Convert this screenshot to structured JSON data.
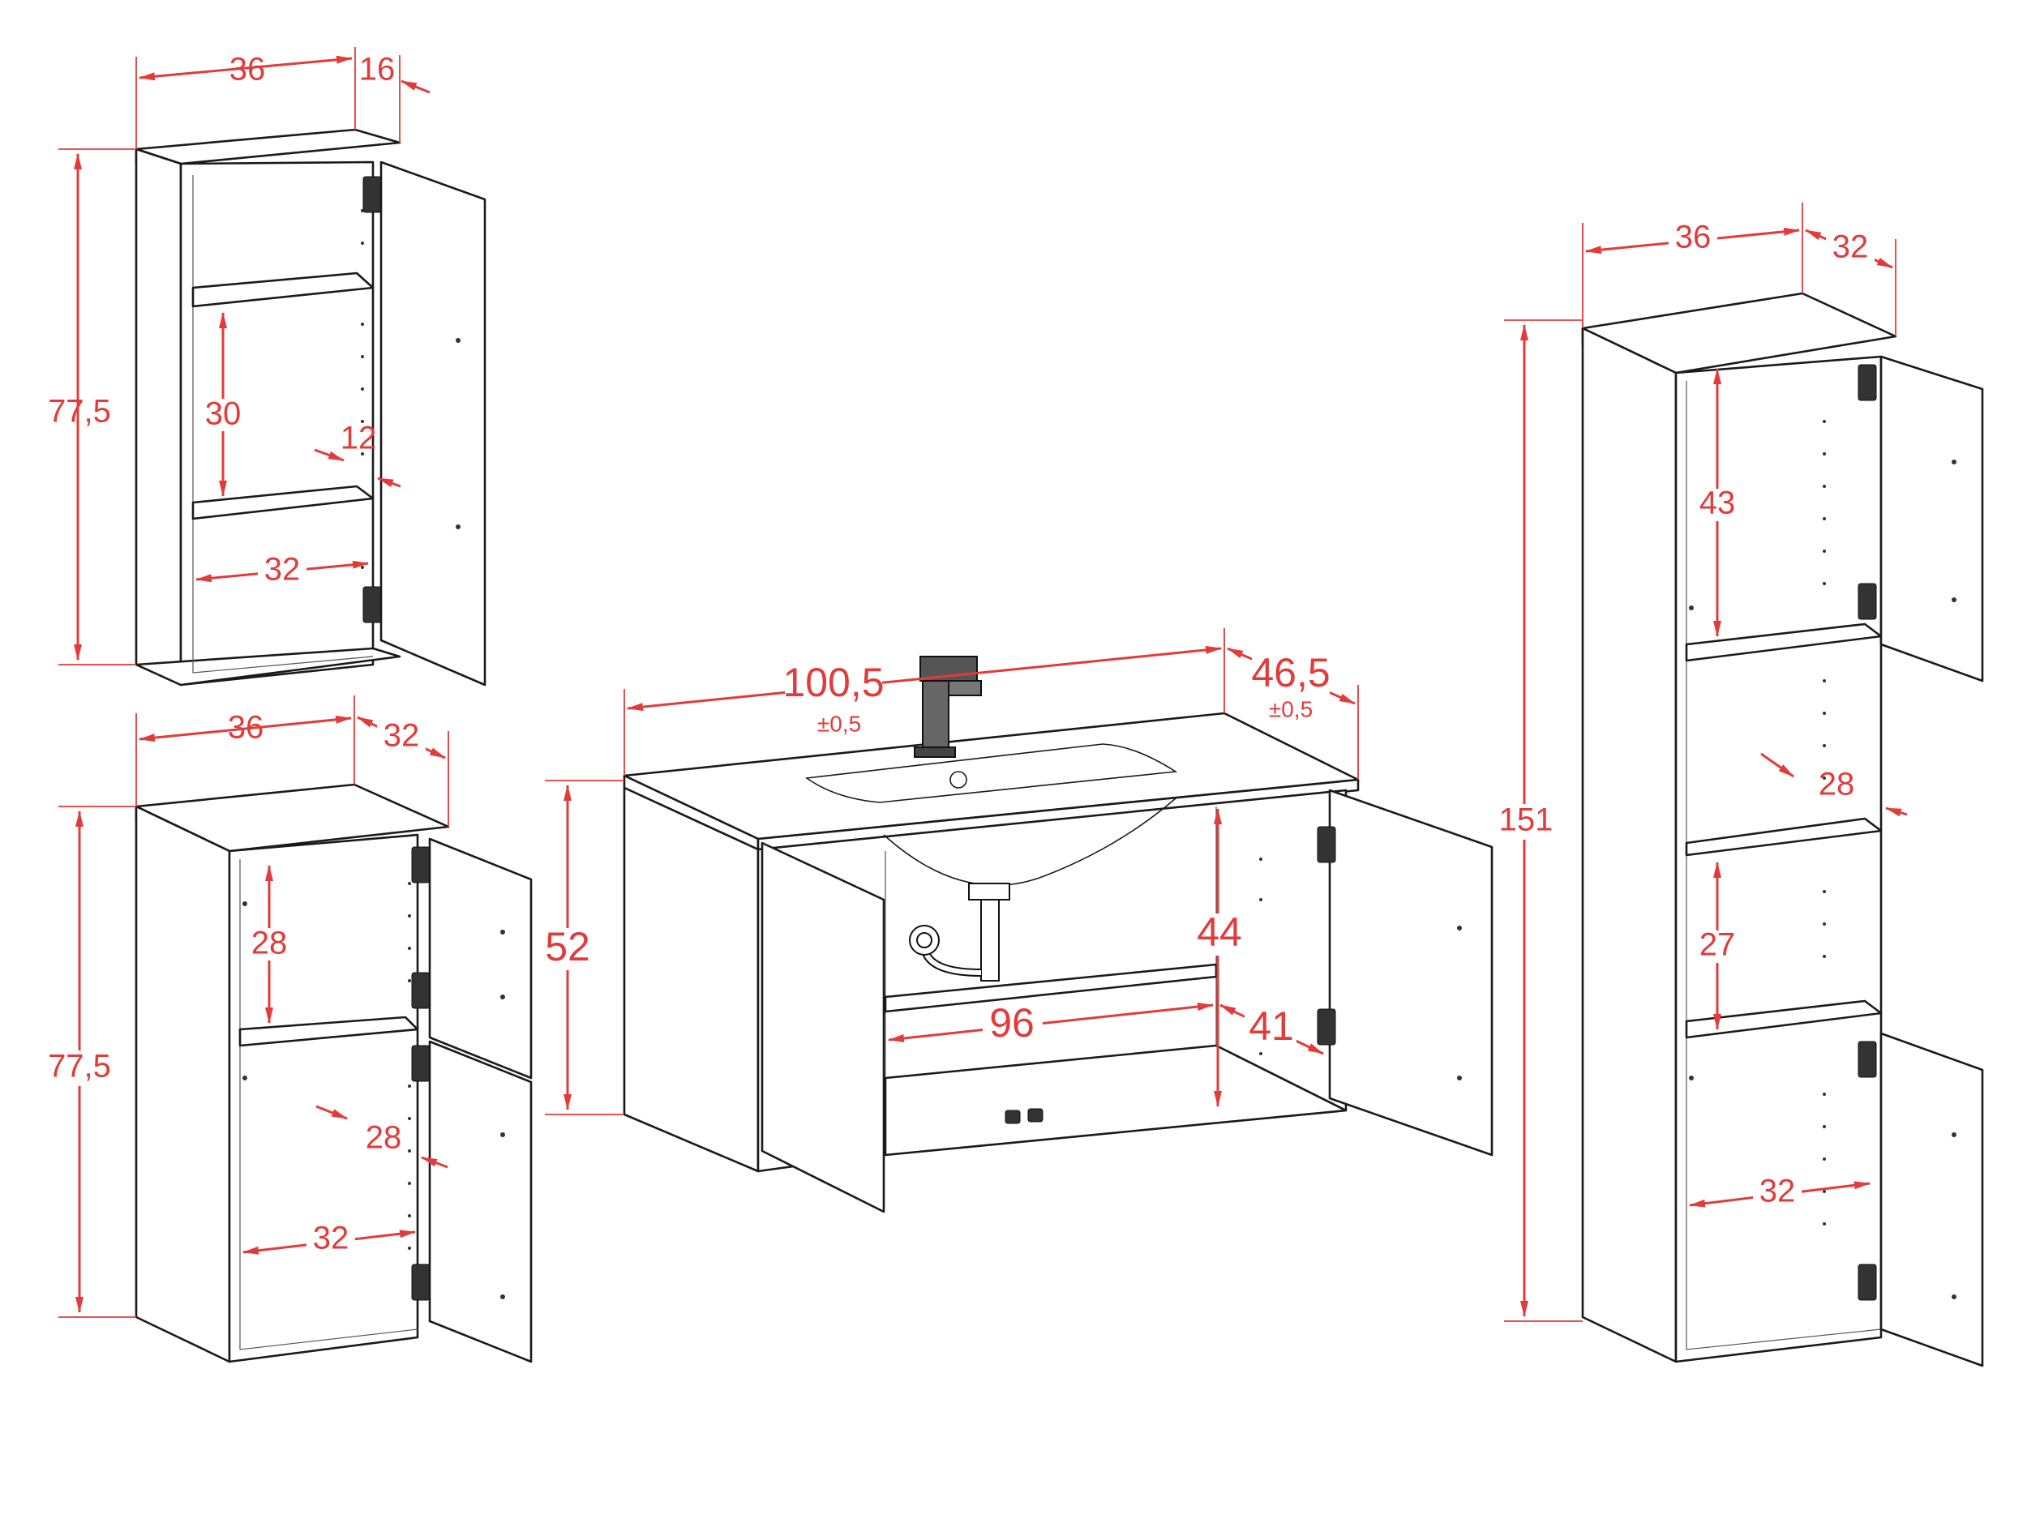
{
  "colors": {
    "dimension": "#e23b3b",
    "outline": "#1a1a1a"
  },
  "cabinets": {
    "wall_cabinet": {
      "width": "36",
      "depth": "16",
      "height": "77,5",
      "shelf_gap": "30",
      "shelf_depth": "12",
      "inner_width": "32"
    },
    "base_cabinet": {
      "width": "36",
      "depth": "32",
      "height": "77,5",
      "upper_compartment": "28",
      "inner_depth": "28",
      "inner_width": "32"
    },
    "vanity": {
      "width": "100,5",
      "width_tolerance": "±0,5",
      "depth": "46,5",
      "depth_tolerance": "±0,5",
      "height": "52",
      "inner_height": "44",
      "inner_width": "96",
      "inner_depth": "41"
    },
    "tall_cabinet": {
      "width": "36",
      "depth": "32",
      "height": "151",
      "upper_compartment": "43",
      "shelf_depth": "28",
      "middle_compartment": "27",
      "inner_width": "32"
    }
  }
}
